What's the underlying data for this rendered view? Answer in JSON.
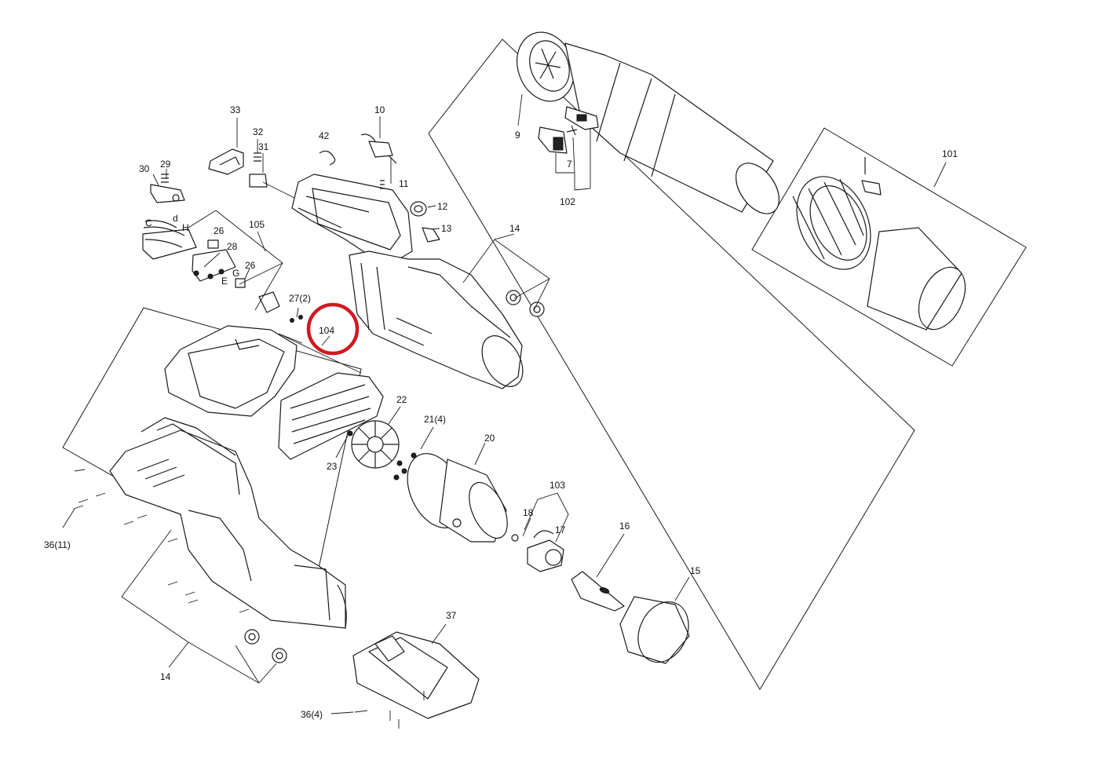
{
  "labels": {
    "p33": "33",
    "p32": "32",
    "p31": "31",
    "p42": "42",
    "p10": "10",
    "p11": "11",
    "p30": "30",
    "p29": "29",
    "p12": "12",
    "p13": "13",
    "p26a": "26",
    "p105": "105",
    "p28": "28",
    "p26b": "26",
    "p27": "27(2)",
    "p104": "104",
    "p14a": "14",
    "p9": "9",
    "p7": "7",
    "p102": "102",
    "p101": "101",
    "p22": "22",
    "p21": "21(4)",
    "p20": "20",
    "p23": "23",
    "p103": "103",
    "p18": "18",
    "p17": "17",
    "p16": "16",
    "p15": "15",
    "p36a": "36(11)",
    "p37": "37",
    "p14b": "14",
    "p36b": "36(4)"
  },
  "switch_letters": {
    "c": "C",
    "d": "d",
    "h": "H",
    "e": "E",
    "g": "G"
  },
  "highlight": {
    "target": "104",
    "color": "#d0191f"
  }
}
